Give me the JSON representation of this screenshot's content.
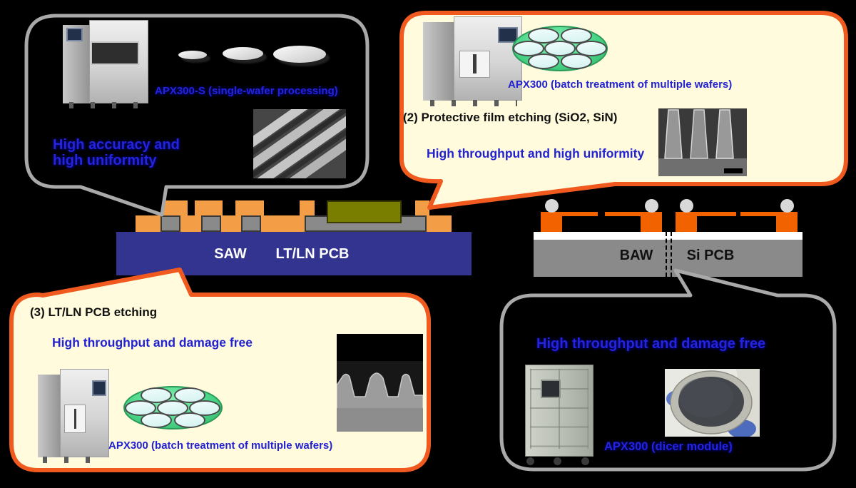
{
  "colors": {
    "background": "#000000",
    "blue_text": "#2222D0",
    "orange_callout_border": "#F05A1E",
    "callout_fill_cream": "#FFFBDC",
    "gray_callout_border": "#A9A9A9",
    "saw_substrate_navy": "#333390",
    "saw_electrode_orange": "#F49D47",
    "saw_electrode_gray": "#8A8A8A",
    "saw_chip_olive": "#7A7E00",
    "baw_electrode_orange": "#F26300",
    "baw_substrate_gray": "#8A8A8A",
    "carrier_green": "#49D688"
  },
  "callouts": {
    "top_left": {
      "equipment_label": "APX300-S (single-wafer processing)",
      "benefit_line1": "High accuracy and",
      "benefit_line2": "high uniformity"
    },
    "top_right": {
      "step_title": "(2) Protective film etching (SiO2, SiN)",
      "benefit": "High throughput and high uniformity",
      "equipment_label": "APX300 (batch treatment of multiple wafers)"
    },
    "bottom_left": {
      "step_title": "(3) LT/LN PCB etching",
      "benefit": "High throughput and damage free",
      "equipment_label": "APX300 (batch treatment of multiple wafers)"
    },
    "bottom_right": {
      "benefit": "High throughput and damage free",
      "equipment_label": "APX300 (dicer module)"
    }
  },
  "cross_sections": {
    "saw": {
      "device_label": "SAW",
      "substrate_label": "LT/LN PCB"
    },
    "baw": {
      "device_label": "BAW",
      "substrate_label": "Si PCB"
    }
  }
}
